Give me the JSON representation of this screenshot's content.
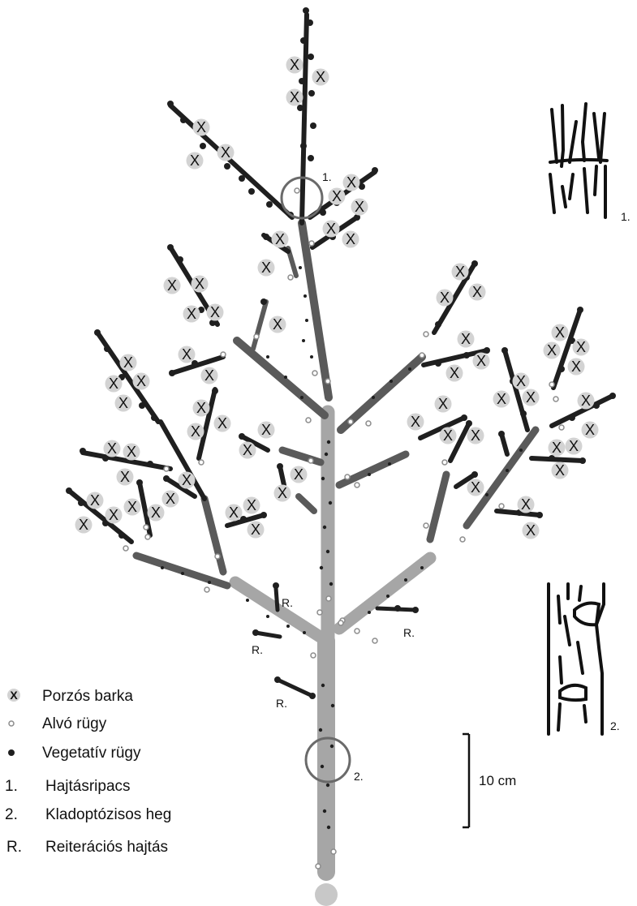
{
  "legend": [
    {
      "symbol": "catkin",
      "label": "Porzós barka"
    },
    {
      "symbol": "dormant-bud",
      "label": "Alvó rügy"
    },
    {
      "symbol": "vegetative-bud",
      "label": "Vegetatív rügy"
    },
    {
      "symbol": "1.",
      "label": "Hajtásripacs"
    },
    {
      "symbol": "2.",
      "label": "Kladoptózisos heg"
    },
    {
      "symbol": "R.",
      "label": "Reiterációs hajtás"
    }
  ],
  "catkin_mark": "X",
  "markers": {
    "shoot_scar": "1.",
    "cladoptosis_scar": "2.",
    "reiteration": "R."
  },
  "scale_bar": {
    "label": "10 cm"
  },
  "colors": {
    "young_shoot": "#1f1f1f",
    "mid_branch": "#5a5a5a",
    "old_stem": "#a6a6a6",
    "catkin_fill": "#d3d3d3",
    "dormant_bud": "#8c8c8c"
  }
}
